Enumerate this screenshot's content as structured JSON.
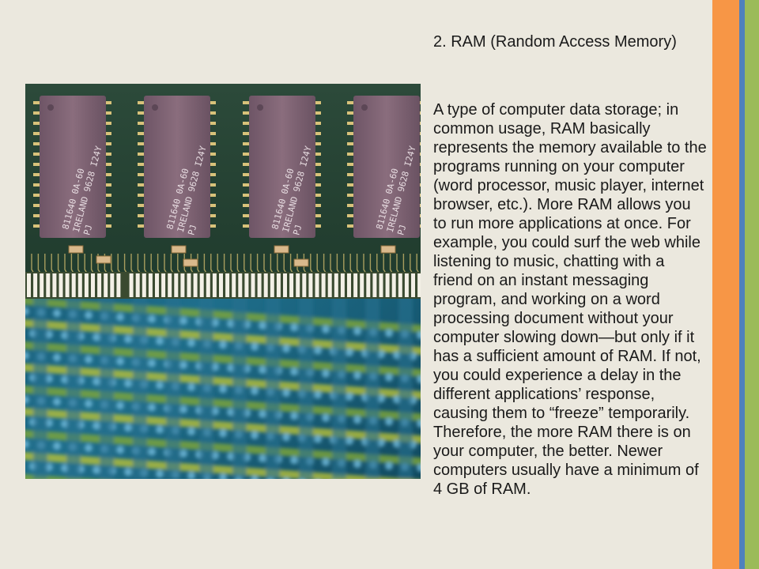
{
  "slide": {
    "heading": "2. RAM (Random Access Memory)",
    "body": "A type of computer data storage; in common usage, RAM basically represents the memory available to the programs running on your computer (word processor, music player, internet browser, etc.). More RAM allows you to run more applications at once. For example, you could surf the web while listening to music, chatting with a friend on an instant messaging program, and working on a word processing document without your computer slowing down—but only if it has a sufficient amount of RAM. If not, you could experience a delay in the different applications’ response, causing them to “freeze” temporarily. Therefore, the more RAM there is on your computer, the better. Newer computers usually have a minimum of 4 GB of RAM.",
    "chip_label_line1": "811640 0A-60",
    "chip_label_line2": "IRELAND 9628 I24Y",
    "chip_label_line3": "PJ"
  },
  "colors": {
    "background": "#ebe8de",
    "stripe_orange": "#f79646",
    "stripe_blue": "#4f81bd",
    "stripe_green": "#9bbb59",
    "text": "#1a1a1a"
  }
}
